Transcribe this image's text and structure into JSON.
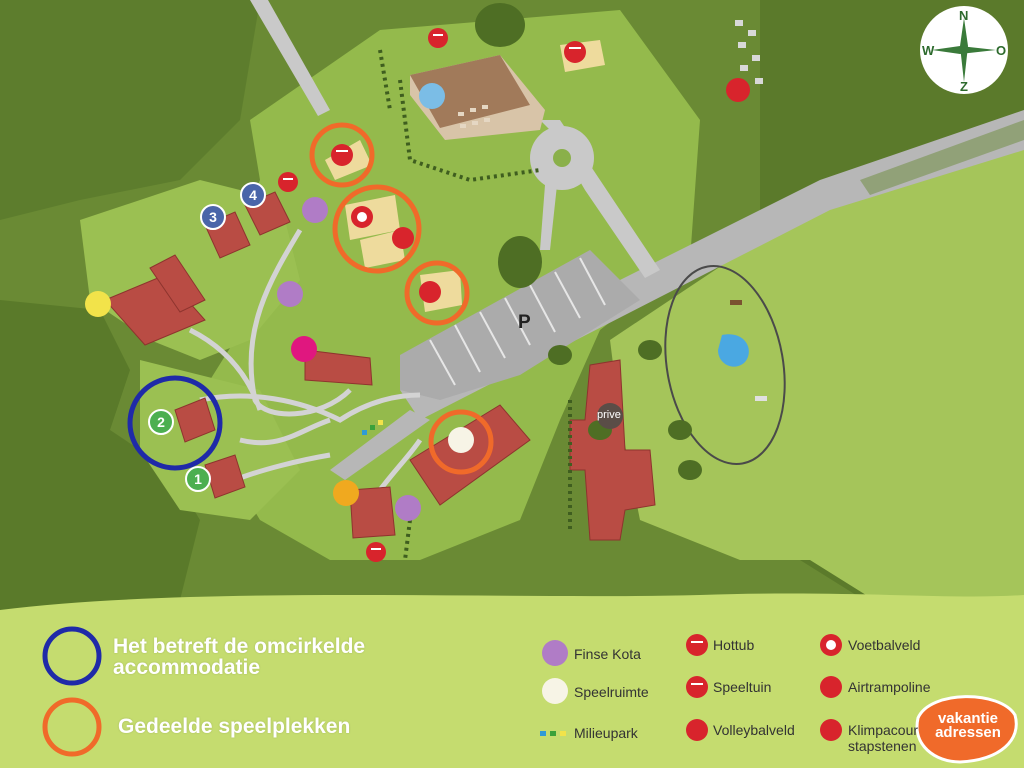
{
  "colors": {
    "forest": "#5e7f2c",
    "grass": "#93b94b",
    "meadow": "#a6c85a",
    "road": "#b9b9b9",
    "roof": "#b94c44",
    "orange_ring": "#f06a2a",
    "blue_ring": "#1f2aa8",
    "legend_bg": "#c5dc6f"
  },
  "map": {
    "parking_label": "P",
    "prive_label": "prive",
    "badges": [
      {
        "label": "1",
        "color": "#4caf50"
      },
      {
        "label": "2",
        "color": "#4caf50"
      },
      {
        "label": "3",
        "color": "#4a65a9"
      },
      {
        "label": "4",
        "color": "#4a65a9"
      }
    ]
  },
  "compass": {
    "n": "N",
    "z": "Z",
    "w": "W",
    "o": "O"
  },
  "legend": {
    "circled_accommodation": "Het betreft de omcirkelde accommodatie",
    "circled_line1": "Het betreft de omcirkelde",
    "circled_line2": "accommodatie",
    "shared_play": "Gedeelde speelplekken",
    "items": {
      "finse_kota": "Finse Kota",
      "speelruimte": "Speelruimte",
      "milieupark": "Milieupark",
      "hottub": "Hottub",
      "speeltuin": "Speeltuin",
      "volleybalveld": "Volleybalveld",
      "voetbalveld": "Voetbalveld",
      "airtrampoline": "Airtrampoline",
      "klimpacour_1": "Klimpacour",
      "klimpacour_2": "stapstenen"
    }
  },
  "logo": {
    "line1": "vakantie",
    "line2": "adressen"
  },
  "icons": [
    "hottub-icon",
    "playground-icon",
    "football-icon",
    "trampoline-icon",
    "volleyball-icon",
    "climbing-icon",
    "kota-icon",
    "play-room-icon",
    "environmental-park-icon",
    "compass-icon",
    "horse-icon",
    "pond-icon"
  ]
}
